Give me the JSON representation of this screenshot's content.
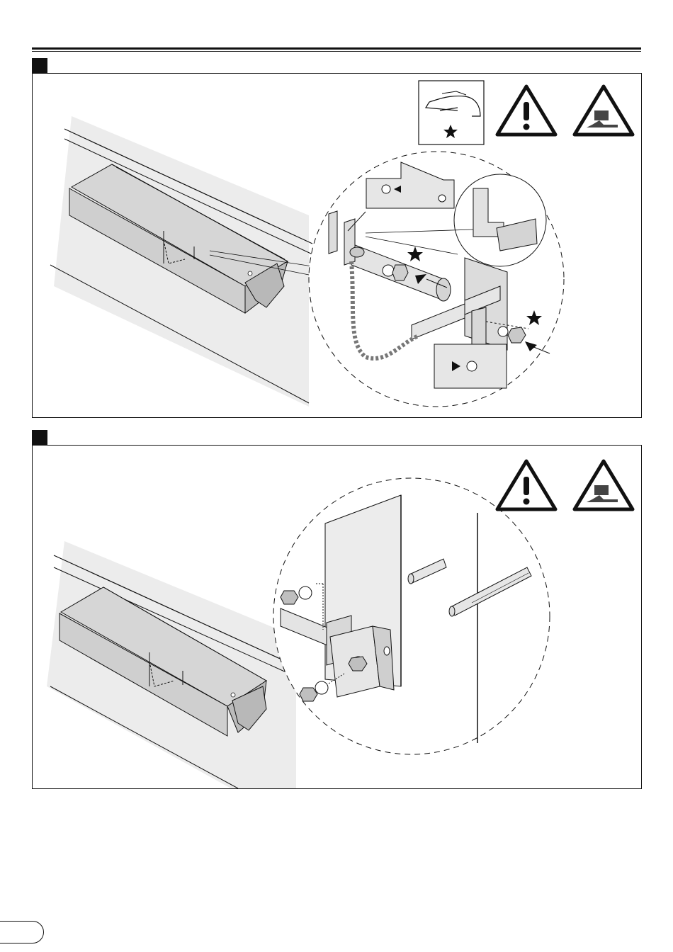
{
  "page": {
    "steps": [
      {
        "id": "step-1",
        "icons": [
          "hand-star-icon",
          "warning-exclamation-icon",
          "crush-hazard-icon"
        ],
        "callouts": [
          "circle-arrow-left",
          "star-nut-1",
          "star-nut-2",
          "arrow-circle-right"
        ]
      },
      {
        "id": "step-2",
        "icons": [
          "warning-exclamation-icon",
          "crush-hazard-icon"
        ]
      }
    ],
    "colors": {
      "ink": "#111111",
      "shade": "#e9e9e9",
      "shade_dark": "#c8c8c8",
      "callout_fill": "#e6e6e6",
      "paper": "#ffffff"
    }
  }
}
